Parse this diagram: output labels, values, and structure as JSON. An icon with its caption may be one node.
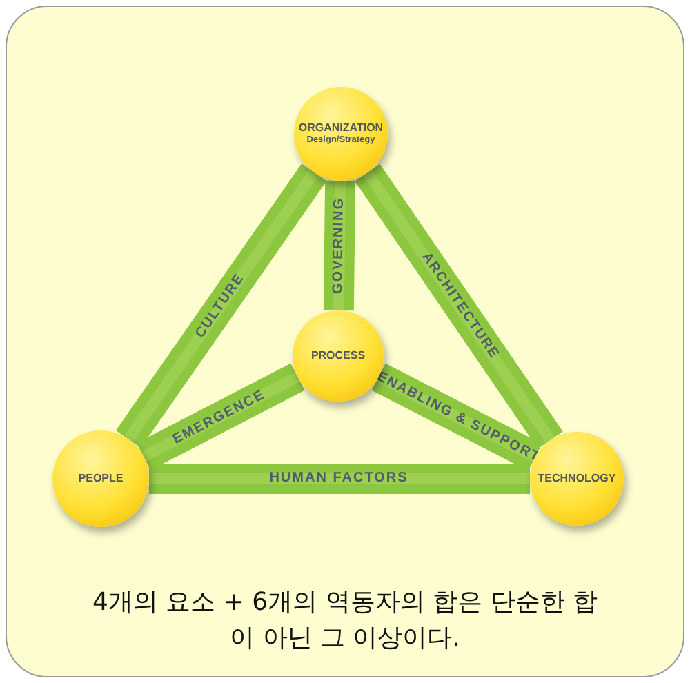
{
  "diagram": {
    "caption": "4개의 요소 + 6개의 역동자의 합은 단순한 합이 아닌 그 이상이다.",
    "nodes": [
      {
        "text": [
          "ORGANIZATION",
          "Design/Strategy"
        ]
      },
      {
        "text": [
          "PROCESS"
        ]
      },
      {
        "text": [
          "PEOPLE"
        ]
      },
      {
        "text": [
          "TECHNOLOGY"
        ]
      }
    ],
    "edges": [
      {
        "from": 0,
        "to": 2,
        "arrow": "none",
        "label": "CULTURE"
      },
      {
        "from": 0,
        "to": 1,
        "arrow": "none",
        "label": "GOVERNING"
      },
      {
        "from": 0,
        "to": 3,
        "arrow": "none",
        "label": "ARCHITECTURE"
      },
      {
        "from": 1,
        "to": 2,
        "arrow": "none",
        "label": "EMERGENCE"
      },
      {
        "from": 1,
        "to": 3,
        "arrow": "none",
        "label": "ENABLING & SUPPORT"
      },
      {
        "from": 2,
        "to": 3,
        "arrow": "none",
        "label": "HUMAN FACTORS"
      }
    ]
  }
}
